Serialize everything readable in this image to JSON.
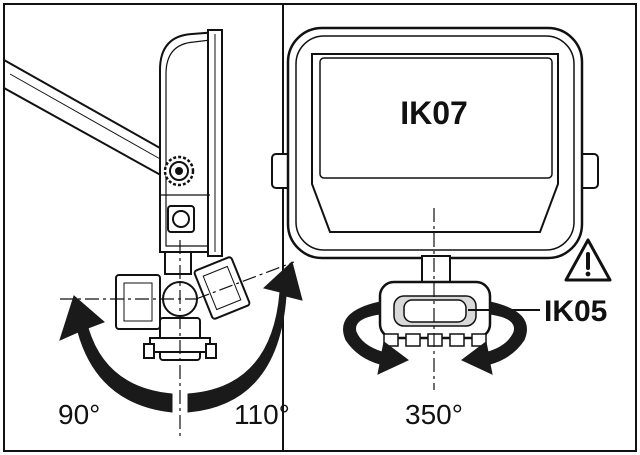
{
  "labels": {
    "ik_housing": "IK07",
    "ik_bracket": "IK05",
    "angle_down": "90°",
    "angle_up": "110°",
    "angle_rotate": "350°"
  },
  "icons": {
    "warning": "warning-triangle-icon"
  },
  "colors": {
    "line": "#111111",
    "fill": "#ffffff",
    "shade": "#d9d9d9",
    "arrow": "#1a1a1a"
  }
}
